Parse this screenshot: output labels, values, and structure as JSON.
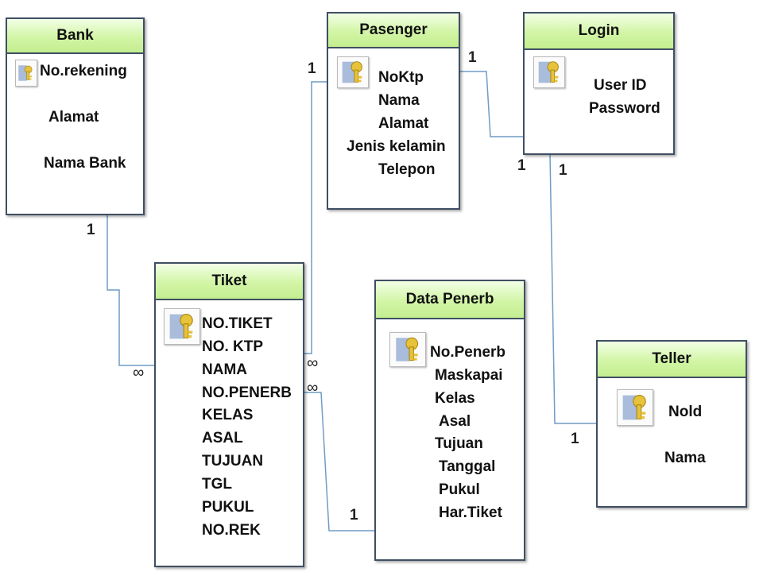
{
  "entities": {
    "bank": {
      "title": "Bank",
      "attrs": [
        "No.rekening",
        "Alamat",
        "Nama Bank"
      ]
    },
    "pasenger": {
      "title": "Pasenger",
      "attrs": [
        "NoKtp",
        "Nama",
        "Alamat",
        "Jenis kelamin",
        "Telepon"
      ]
    },
    "login": {
      "title": "Login",
      "attrs": [
        "User ID",
        "Password"
      ]
    },
    "tiket": {
      "title": "Tiket",
      "attrs": [
        "NO.TIKET",
        "NO. KTP",
        "NAMA",
        "NO.PENERB",
        "KELAS",
        "ASAL",
        "TUJUAN",
        "TGL",
        "PUKUL",
        "NO.REK"
      ]
    },
    "penerb": {
      "title": "Data Penerb",
      "attrs": [
        "No.Penerb",
        "Maskapai",
        "Kelas",
        "Asal",
        "Tujuan",
        "Tanggal",
        "Pukul",
        "Har.Tiket"
      ]
    },
    "teller": {
      "title": "Teller",
      "attrs": [
        "Nold",
        "Nama"
      ]
    }
  },
  "cardinalities": {
    "bank_tiket_one": "1",
    "bank_tiket_many": "∞",
    "pasenger_tiket_one": "1",
    "pasenger_tiket_many": "∞",
    "pasenger_login_one": "1",
    "login_pasenger_one": "1",
    "login_teller_one": "1",
    "teller_login_one": "1",
    "tiket_penerb_many": "∞",
    "tiket_penerb_one": "1"
  },
  "colors": {
    "header_fill": "#c4ee90",
    "border": "#3f4f63",
    "connector": "#6f9cc6"
  }
}
